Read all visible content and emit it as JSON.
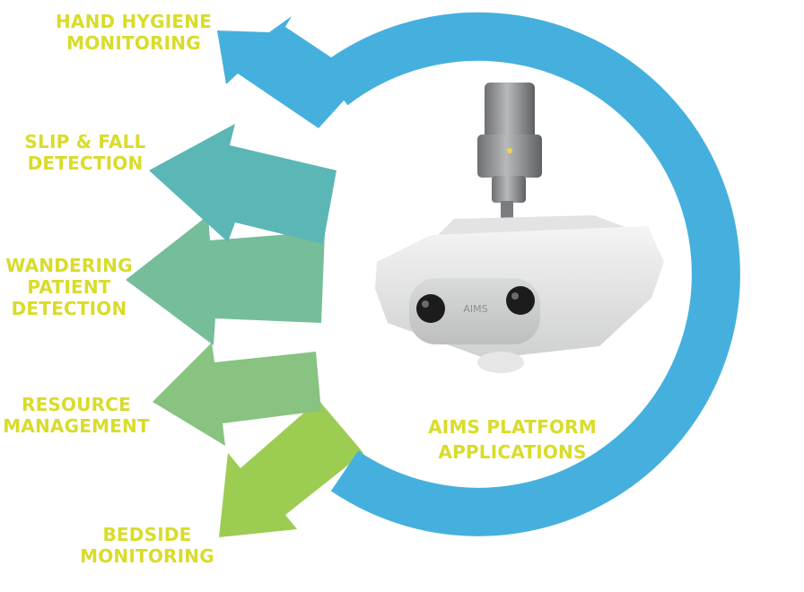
{
  "colors": {
    "ring": "#45b0de",
    "arrow_hand": "#45b0de",
    "arrow_slip": "#5bb7b6",
    "arrow_wander": "#76bd9a",
    "arrow_resource": "#88c381",
    "arrow_bedside": "#9ccc52",
    "label_text": "#d9dc2a"
  },
  "applications": [
    {
      "name": "hand-hygiene",
      "lines": [
        "HAND HYGIENE",
        "MONITORING"
      ]
    },
    {
      "name": "slip-fall",
      "lines": [
        "SLIP & FALL",
        "DETECTION"
      ]
    },
    {
      "name": "wandering-patient",
      "lines": [
        "WANDERING",
        "PATIENT",
        "DETECTION"
      ]
    },
    {
      "name": "resource-management",
      "lines": [
        "RESOURCE",
        "MANAGEMENT"
      ]
    },
    {
      "name": "bedside",
      "lines": [
        "BEDSIDE",
        "MONITORING"
      ]
    }
  ],
  "center_label": {
    "lines": [
      "AIMS PLATFORM",
      "APPLICATIONS"
    ]
  },
  "device": {
    "brand": "AIMS"
  }
}
